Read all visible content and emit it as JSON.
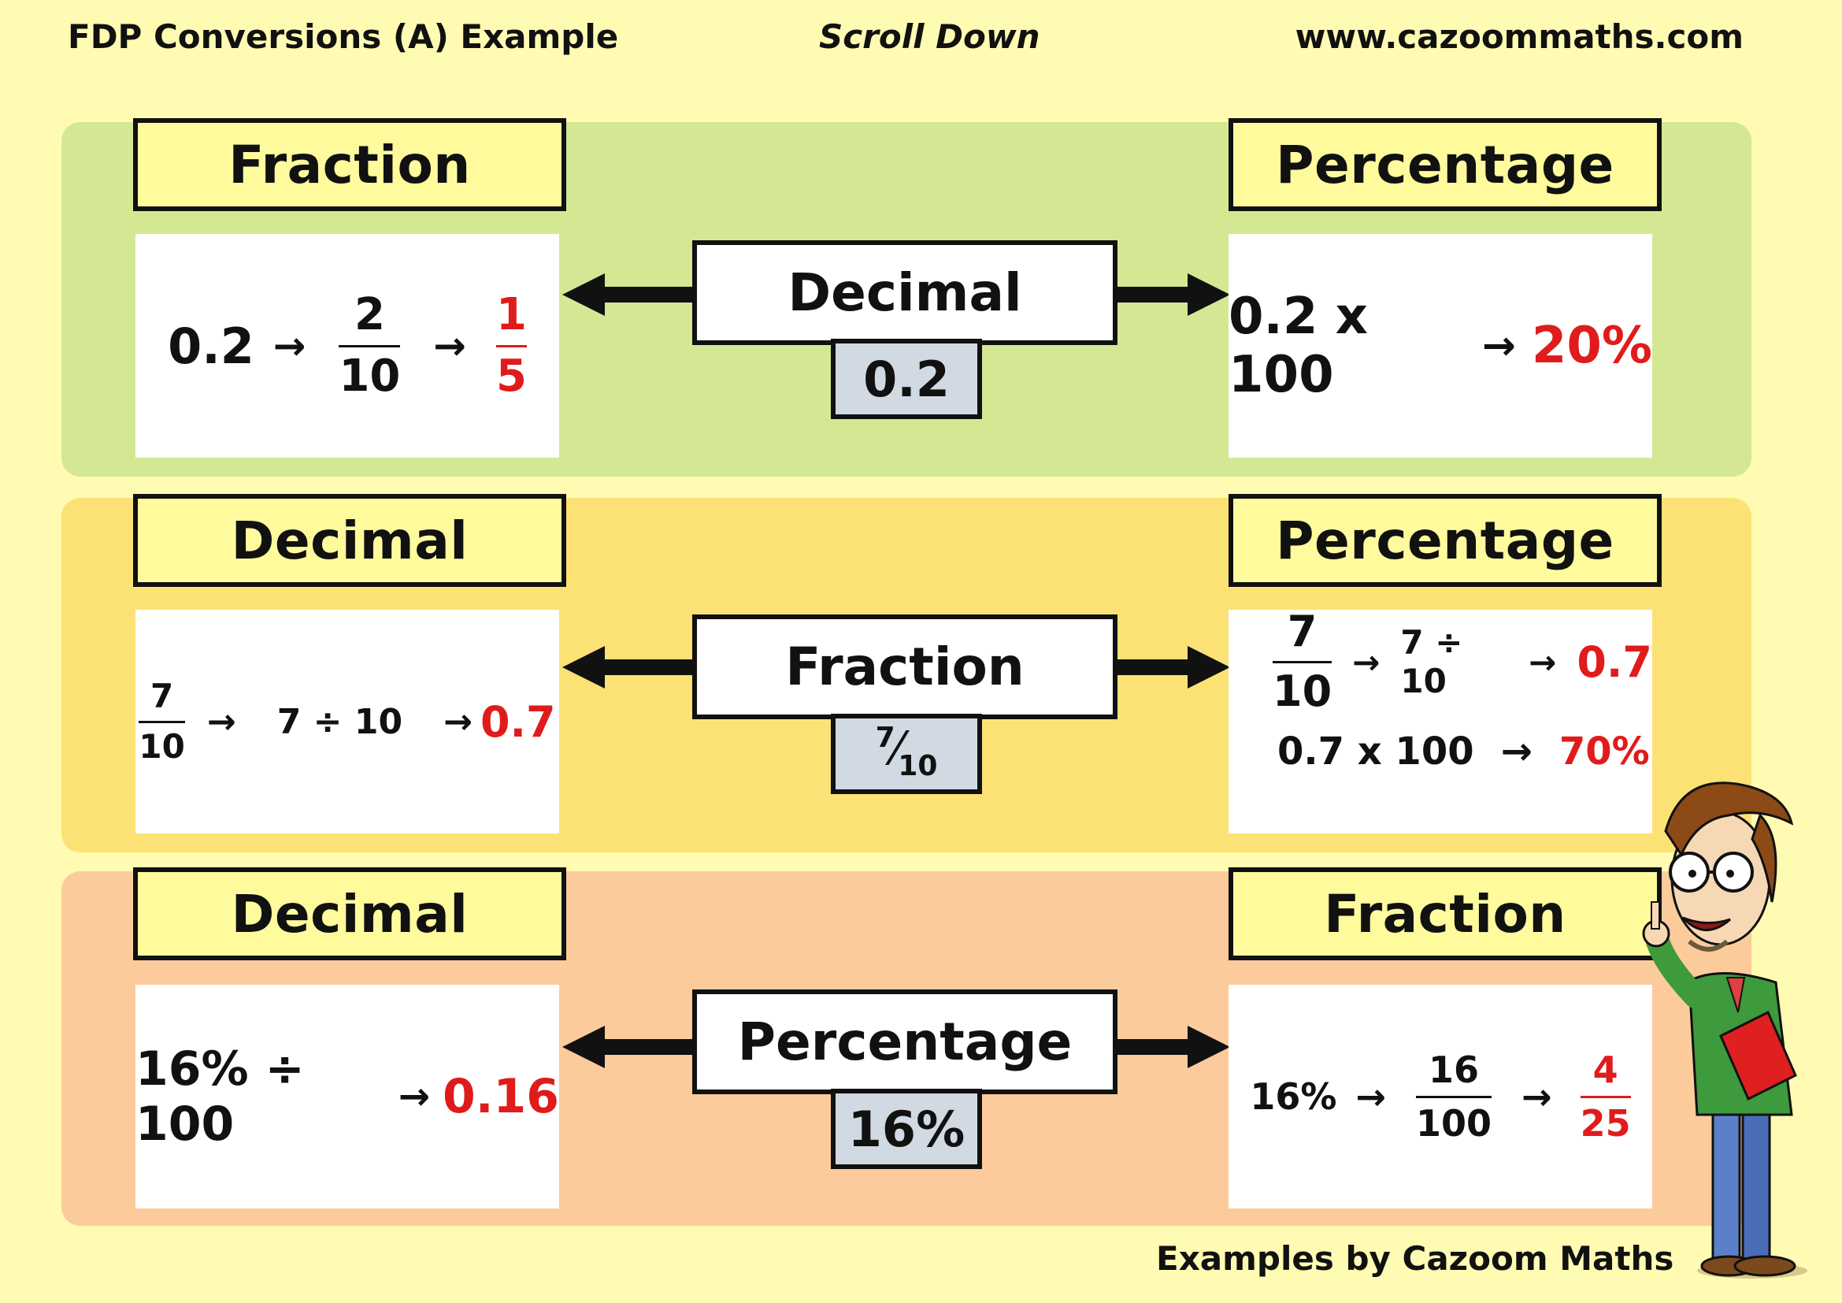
{
  "header": {
    "title": "FDP Conversions (A) Example",
    "scroll": "Scroll Down",
    "url": "www.cazoommaths.com"
  },
  "footer": {
    "credit": "Examples by Cazoom Maths"
  },
  "arrow": "→",
  "sections": [
    {
      "left_label": "Fraction",
      "right_label": "Percentage",
      "center_label": "Decimal",
      "center_value": "0.2",
      "left": {
        "start": "0.2",
        "f1_num": "2",
        "f1_den": "10",
        "ans_num": "1",
        "ans_den": "5"
      },
      "right": {
        "expr": "0.2 x 100",
        "answer": "20%"
      }
    },
    {
      "left_label": "Decimal",
      "right_label": "Percentage",
      "center_label": "Fraction",
      "center_value": {
        "num": "7",
        "den": "10"
      },
      "left": {
        "num": "7",
        "den": "10",
        "div": "7 ÷ 10",
        "answer": "0.7"
      },
      "right": {
        "num": "7",
        "den": "10",
        "div": "7 ÷ 10",
        "dec": "0.7",
        "expr": "0.7 x 100",
        "answer": "70%"
      }
    },
    {
      "left_label": "Decimal",
      "right_label": "Fraction",
      "center_label": "Percentage",
      "center_value": "16%",
      "left": {
        "expr": "16% ÷ 100",
        "answer": "0.16"
      },
      "right": {
        "start": "16%",
        "f1_num": "16",
        "f1_den": "100",
        "ans_num": "4",
        "ans_den": "25"
      }
    }
  ],
  "colors": {
    "background": "#fffbb2",
    "band_green": "#d4e893",
    "band_yellow": "#fce275",
    "band_orange": "#fccb9c",
    "label_fill": "#fffb9d",
    "value_box": "#d1d9e3",
    "answer_red": "#e01b1b"
  },
  "icons": {
    "teacher": "cartoon-teacher-illustration",
    "double_arrow": "left-right-arrow-icon"
  }
}
